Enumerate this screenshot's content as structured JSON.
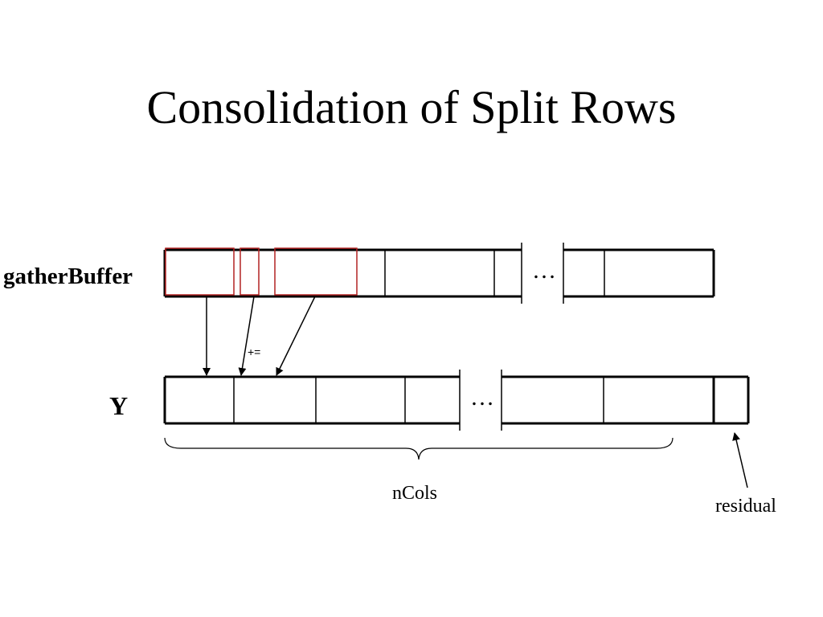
{
  "title": "Consolidation of Split Rows",
  "labels": {
    "gather_buffer": "gatherBuffer",
    "y": "Y",
    "plus_equals": "+=",
    "n_cols": "nCols",
    "residual": "residual",
    "ellipsis": "…"
  },
  "colors": {
    "ink": "#000000",
    "highlight": "#b22222"
  }
}
